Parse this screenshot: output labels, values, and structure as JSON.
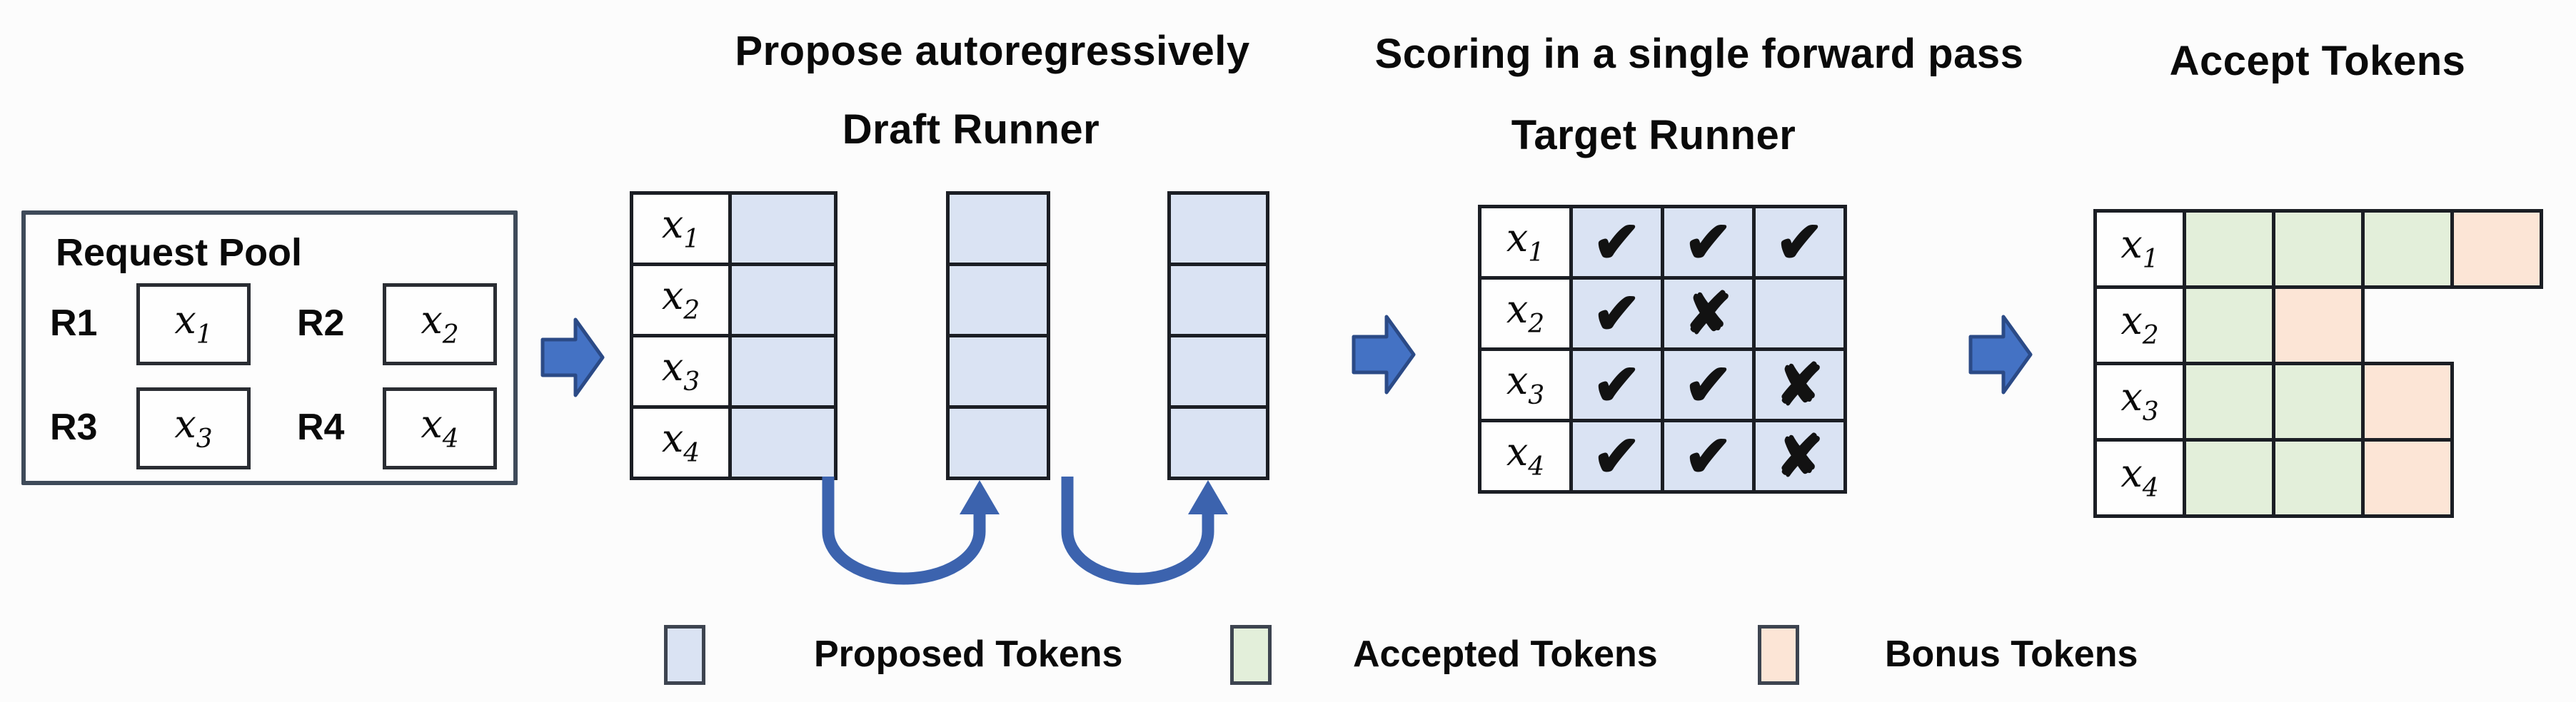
{
  "titles": {
    "propose": "Propose autoregressively",
    "draft": "Draft Runner",
    "scoring": "Scoring in a single forward pass",
    "target": "Target Runner",
    "accept": "Accept Tokens"
  },
  "request_pool": {
    "title": "Request Pool",
    "requests": [
      {
        "id": "R1",
        "base": "x",
        "sub": "1"
      },
      {
        "id": "R2",
        "base": "x",
        "sub": "2"
      },
      {
        "id": "R3",
        "base": "x",
        "sub": "3"
      },
      {
        "id": "R4",
        "base": "x",
        "sub": "4"
      }
    ]
  },
  "tokens": [
    {
      "base": "x",
      "sub": "1"
    },
    {
      "base": "x",
      "sub": "2"
    },
    {
      "base": "x",
      "sub": "3"
    },
    {
      "base": "x",
      "sub": "4"
    }
  ],
  "draft_runner": {
    "proposal_steps": 3
  },
  "target_marks": [
    [
      "✔",
      "✔",
      "✔"
    ],
    [
      "✔",
      "✘",
      ""
    ],
    [
      "✔",
      "✔",
      "✘"
    ],
    [
      "✔",
      "✔",
      "✘"
    ]
  ],
  "glyph_meanings": {
    "✔": "token accepted",
    "✘": "token rejected"
  },
  "accept_cells": [
    [
      "accepted",
      "accepted",
      "accepted",
      "bonus"
    ],
    [
      "accepted",
      "bonus"
    ],
    [
      "accepted",
      "accepted",
      "bonus"
    ],
    [
      "accepted",
      "accepted",
      "bonus"
    ]
  ],
  "legend": [
    {
      "label": "Proposed Tokens",
      "swatch": "proposed",
      "color": "#dae3f3"
    },
    {
      "label": "Accepted Tokens",
      "swatch": "accepted",
      "color": "#e3efda"
    },
    {
      "label": "Bonus Tokens",
      "swatch": "bonus",
      "color": "#fce5d6"
    }
  ],
  "colors": {
    "proposed": "#dae3f3",
    "accepted": "#e3efda",
    "bonus": "#fce5d6",
    "border": "#1b1e24",
    "pool_border": "#3e4a59",
    "arrow": "#4472c4",
    "arrow_dark": "#2b4a86",
    "loop": "#3c63ae"
  }
}
